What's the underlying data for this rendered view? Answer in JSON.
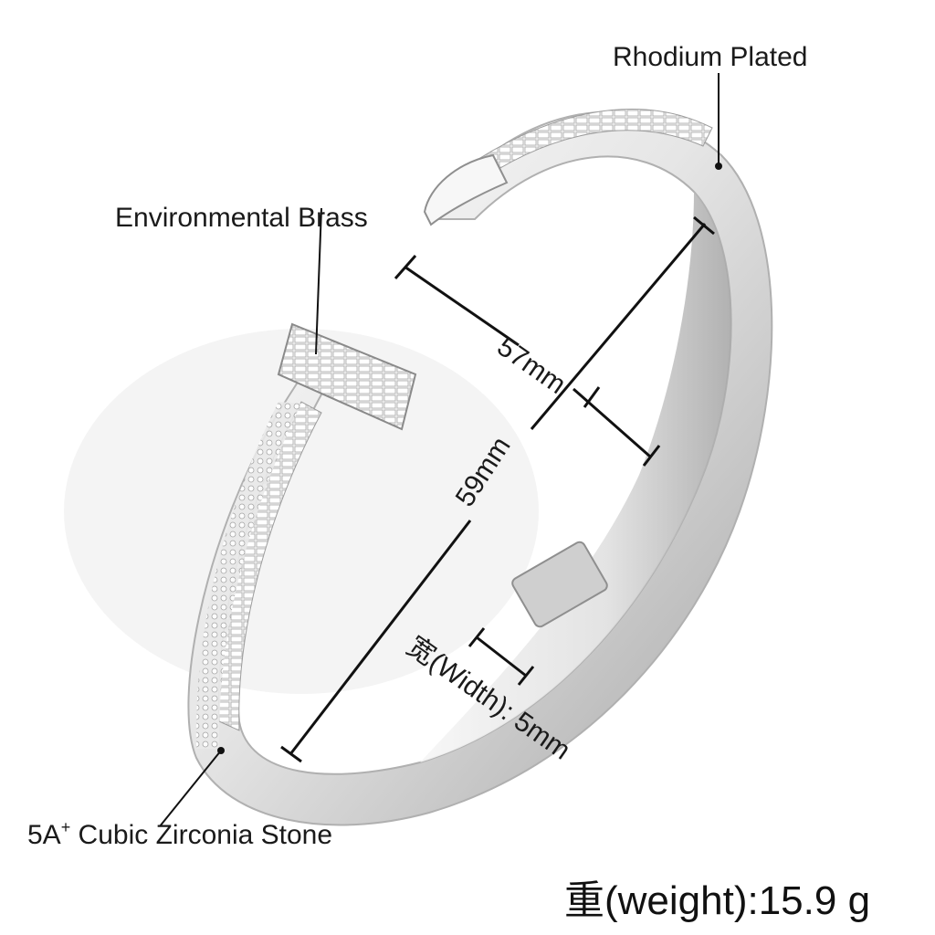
{
  "callouts": {
    "rhodium": "Rhodium Plated",
    "brass": "Environmental Brass",
    "cz_prefix": "5A",
    "cz_sup": "+",
    "cz_suffix": " Cubic Zirconia Stone"
  },
  "dimensions": {
    "diameter_a": "57mm",
    "diameter_b": "59mm",
    "width": "宽(Width): 5mm"
  },
  "weight": "重(weight):15.9 g",
  "colors": {
    "metal_light": "#f4f4f4",
    "metal_mid": "#d7d7d7",
    "metal_dark": "#9a9a9a",
    "line": "#111111",
    "text": "#1a1a1a"
  }
}
